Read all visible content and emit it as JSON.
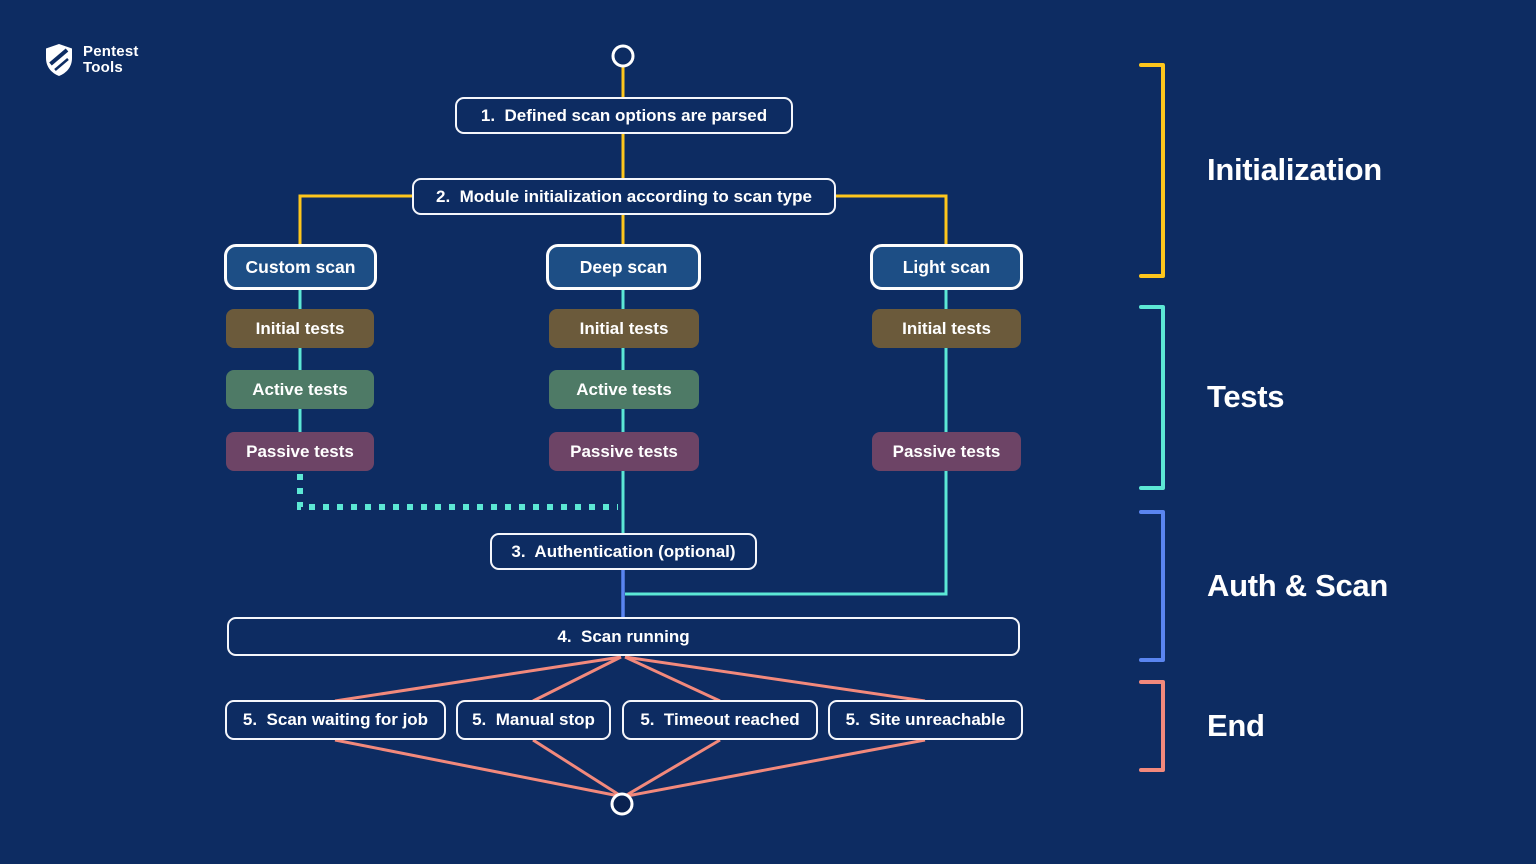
{
  "brand": {
    "line1": "Pentest",
    "line2": "Tools"
  },
  "steps": {
    "step1": "1.  Defined scan options are parsed",
    "step2": "2.  Module initialization according to scan type",
    "step3": "3.  Authentication (optional)",
    "step4": "4.  Scan running"
  },
  "columns": [
    {
      "title": "Custom scan",
      "tests": [
        "Initial tests",
        "Active tests",
        "Passive tests"
      ]
    },
    {
      "title": "Deep scan",
      "tests": [
        "Initial tests",
        "Active tests",
        "Passive tests"
      ]
    },
    {
      "title": "Light scan",
      "tests": [
        "Initial tests",
        "Passive tests"
      ]
    }
  ],
  "end_states": [
    "5.  Scan waiting for job",
    "5.  Manual stop",
    "5.  Timeout reached",
    "5.  Site unreachable"
  ],
  "legend": [
    {
      "label": "Initialization",
      "color": "#FDC61C"
    },
    {
      "label": "Tests",
      "color": "#5CE8D5"
    },
    {
      "label": "Auth & Scan",
      "color": "#5A85F0"
    },
    {
      "label": "End",
      "color": "#F2897C"
    }
  ],
  "colors": {
    "background": "#0D2C62",
    "init_line": "#FDC61C",
    "tests_line": "#5CE8D5",
    "auth_line": "#5A85F0",
    "end_line": "#F2897C",
    "scan_type_fill": "#1D4E85",
    "initial_tests_fill": "#6B5A3B",
    "active_tests_fill": "#4E7A66",
    "passive_tests_fill": "#6D4466"
  }
}
